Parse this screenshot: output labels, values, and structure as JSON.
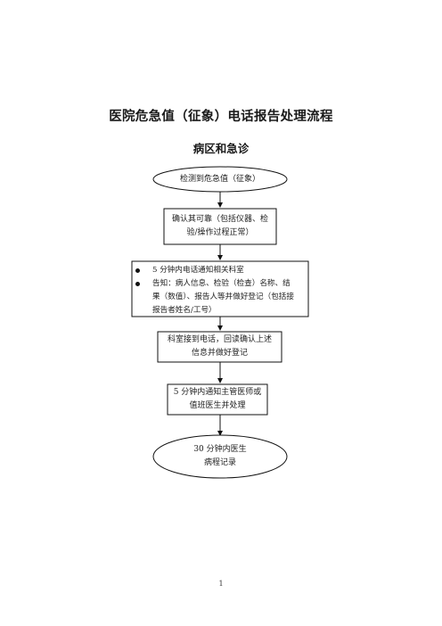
{
  "title": "医院危急值（征象）电话报告处理流程",
  "subtitle": "病区和急诊",
  "flow": {
    "start": "检测到危急值（征象）",
    "confirm_line1": "确认其可靠（包括仪器、检",
    "confirm_line2": "验/操作过程正常）",
    "notify_bullet1": "5 分钟内电话通知相关科室",
    "notify_bullet2_line1": "告知：病人信息、检验（检查）名称、结",
    "notify_bullet2_line2": "果（数值）、报告人等并做好登记（包括接",
    "notify_bullet2_line3": "报告者姓名/工号）",
    "dept_line1": "科室接到电话，回读确认上述",
    "dept_line2": "信息并做好登记",
    "physician_line1": "5 分钟内通知主管医师或",
    "physician_line2": "值班医生并处理",
    "end_line1": "30 分钟内医生",
    "end_line2": "病程记录"
  },
  "page_number": "1"
}
